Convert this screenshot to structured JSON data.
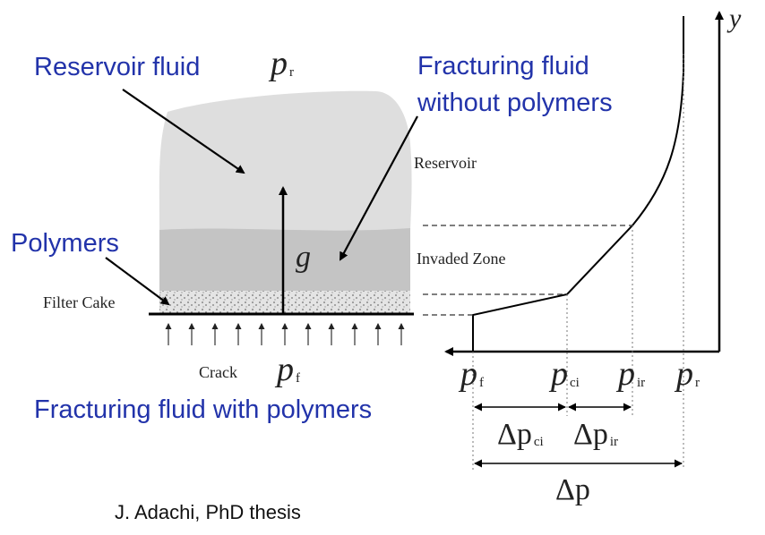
{
  "labels": {
    "reservoir_fluid": "Reservoir fluid",
    "fracturing_fluid_without_line1": "Fracturing fluid",
    "fracturing_fluid_without_line2": "without polymers",
    "polymers": "Polymers",
    "fracturing_fluid_with": "Fracturing fluid with polymers",
    "reservoir": "Reservoir",
    "invaded_zone": "Invaded Zone",
    "filter_cake": "Filter Cake",
    "crack": "Crack",
    "credit": "J. Adachi, PhD thesis"
  },
  "symbols": {
    "p_main": "p",
    "r_sub": "r",
    "f_sub": "f",
    "ci_sub": "ci",
    "ir_sub": "ir",
    "g": "g",
    "y": "y",
    "delta": "Δp"
  },
  "colors": {
    "label_blue": "#2233aa",
    "reservoir_gray": "#dedede",
    "invaded_gray": "#c4c4c4",
    "text_dark": "#222222"
  }
}
